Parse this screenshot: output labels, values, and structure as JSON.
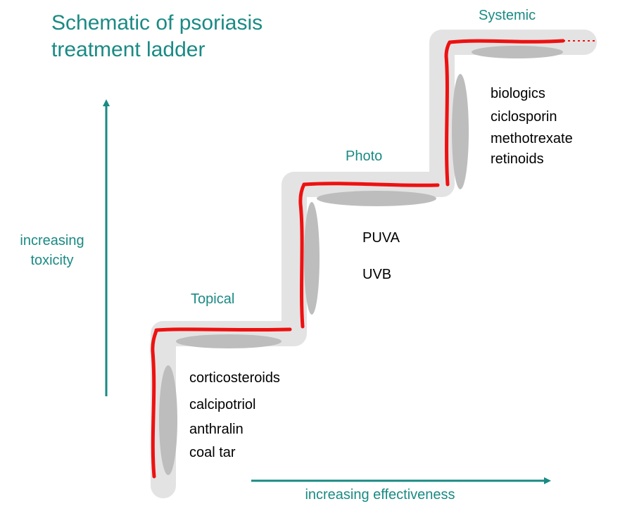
{
  "title": "Schematic of psoriasis\ntreatment ladder",
  "axes": {
    "y_label": "increasing toxicity",
    "x_label": "increasing effectiveness"
  },
  "steps": [
    {
      "name": "Topical",
      "items": [
        "corticosteroids",
        "calcipotriol",
        "anthralin",
        "coal tar"
      ]
    },
    {
      "name": "Photo",
      "items": [
        "PUVA",
        "UVB"
      ]
    },
    {
      "name": "Systemic",
      "items": [
        "biologics",
        "ciclosporin",
        "methotrexate",
        "retinoids"
      ]
    }
  ],
  "colors": {
    "teal": "#1a8a84",
    "step_edge": "#ee1111",
    "step_shadow_light": "#e3e3e3",
    "step_shadow_dark": "#bdbdbd"
  }
}
